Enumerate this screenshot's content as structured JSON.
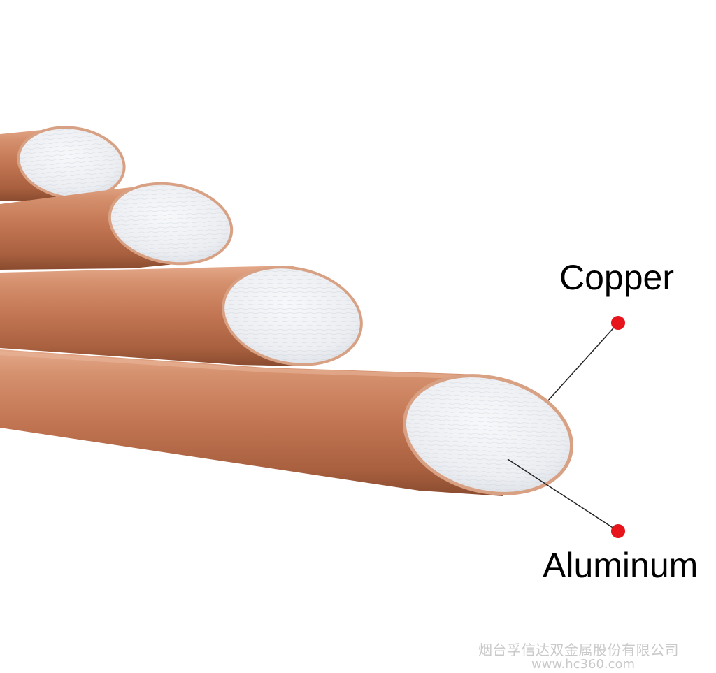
{
  "labels": {
    "copper": "Copper",
    "aluminum": "Aluminum"
  },
  "watermark": {
    "company": "烟台孚信达双金属股份有限公司",
    "url": "www.hc360.com"
  },
  "colors": {
    "background": "#ffffff",
    "copper": "#c57a52",
    "aluminum": "#eef0f3",
    "marker": "#e8141c",
    "leader_line": "#222222",
    "watermark": "#c9c9c9"
  }
}
